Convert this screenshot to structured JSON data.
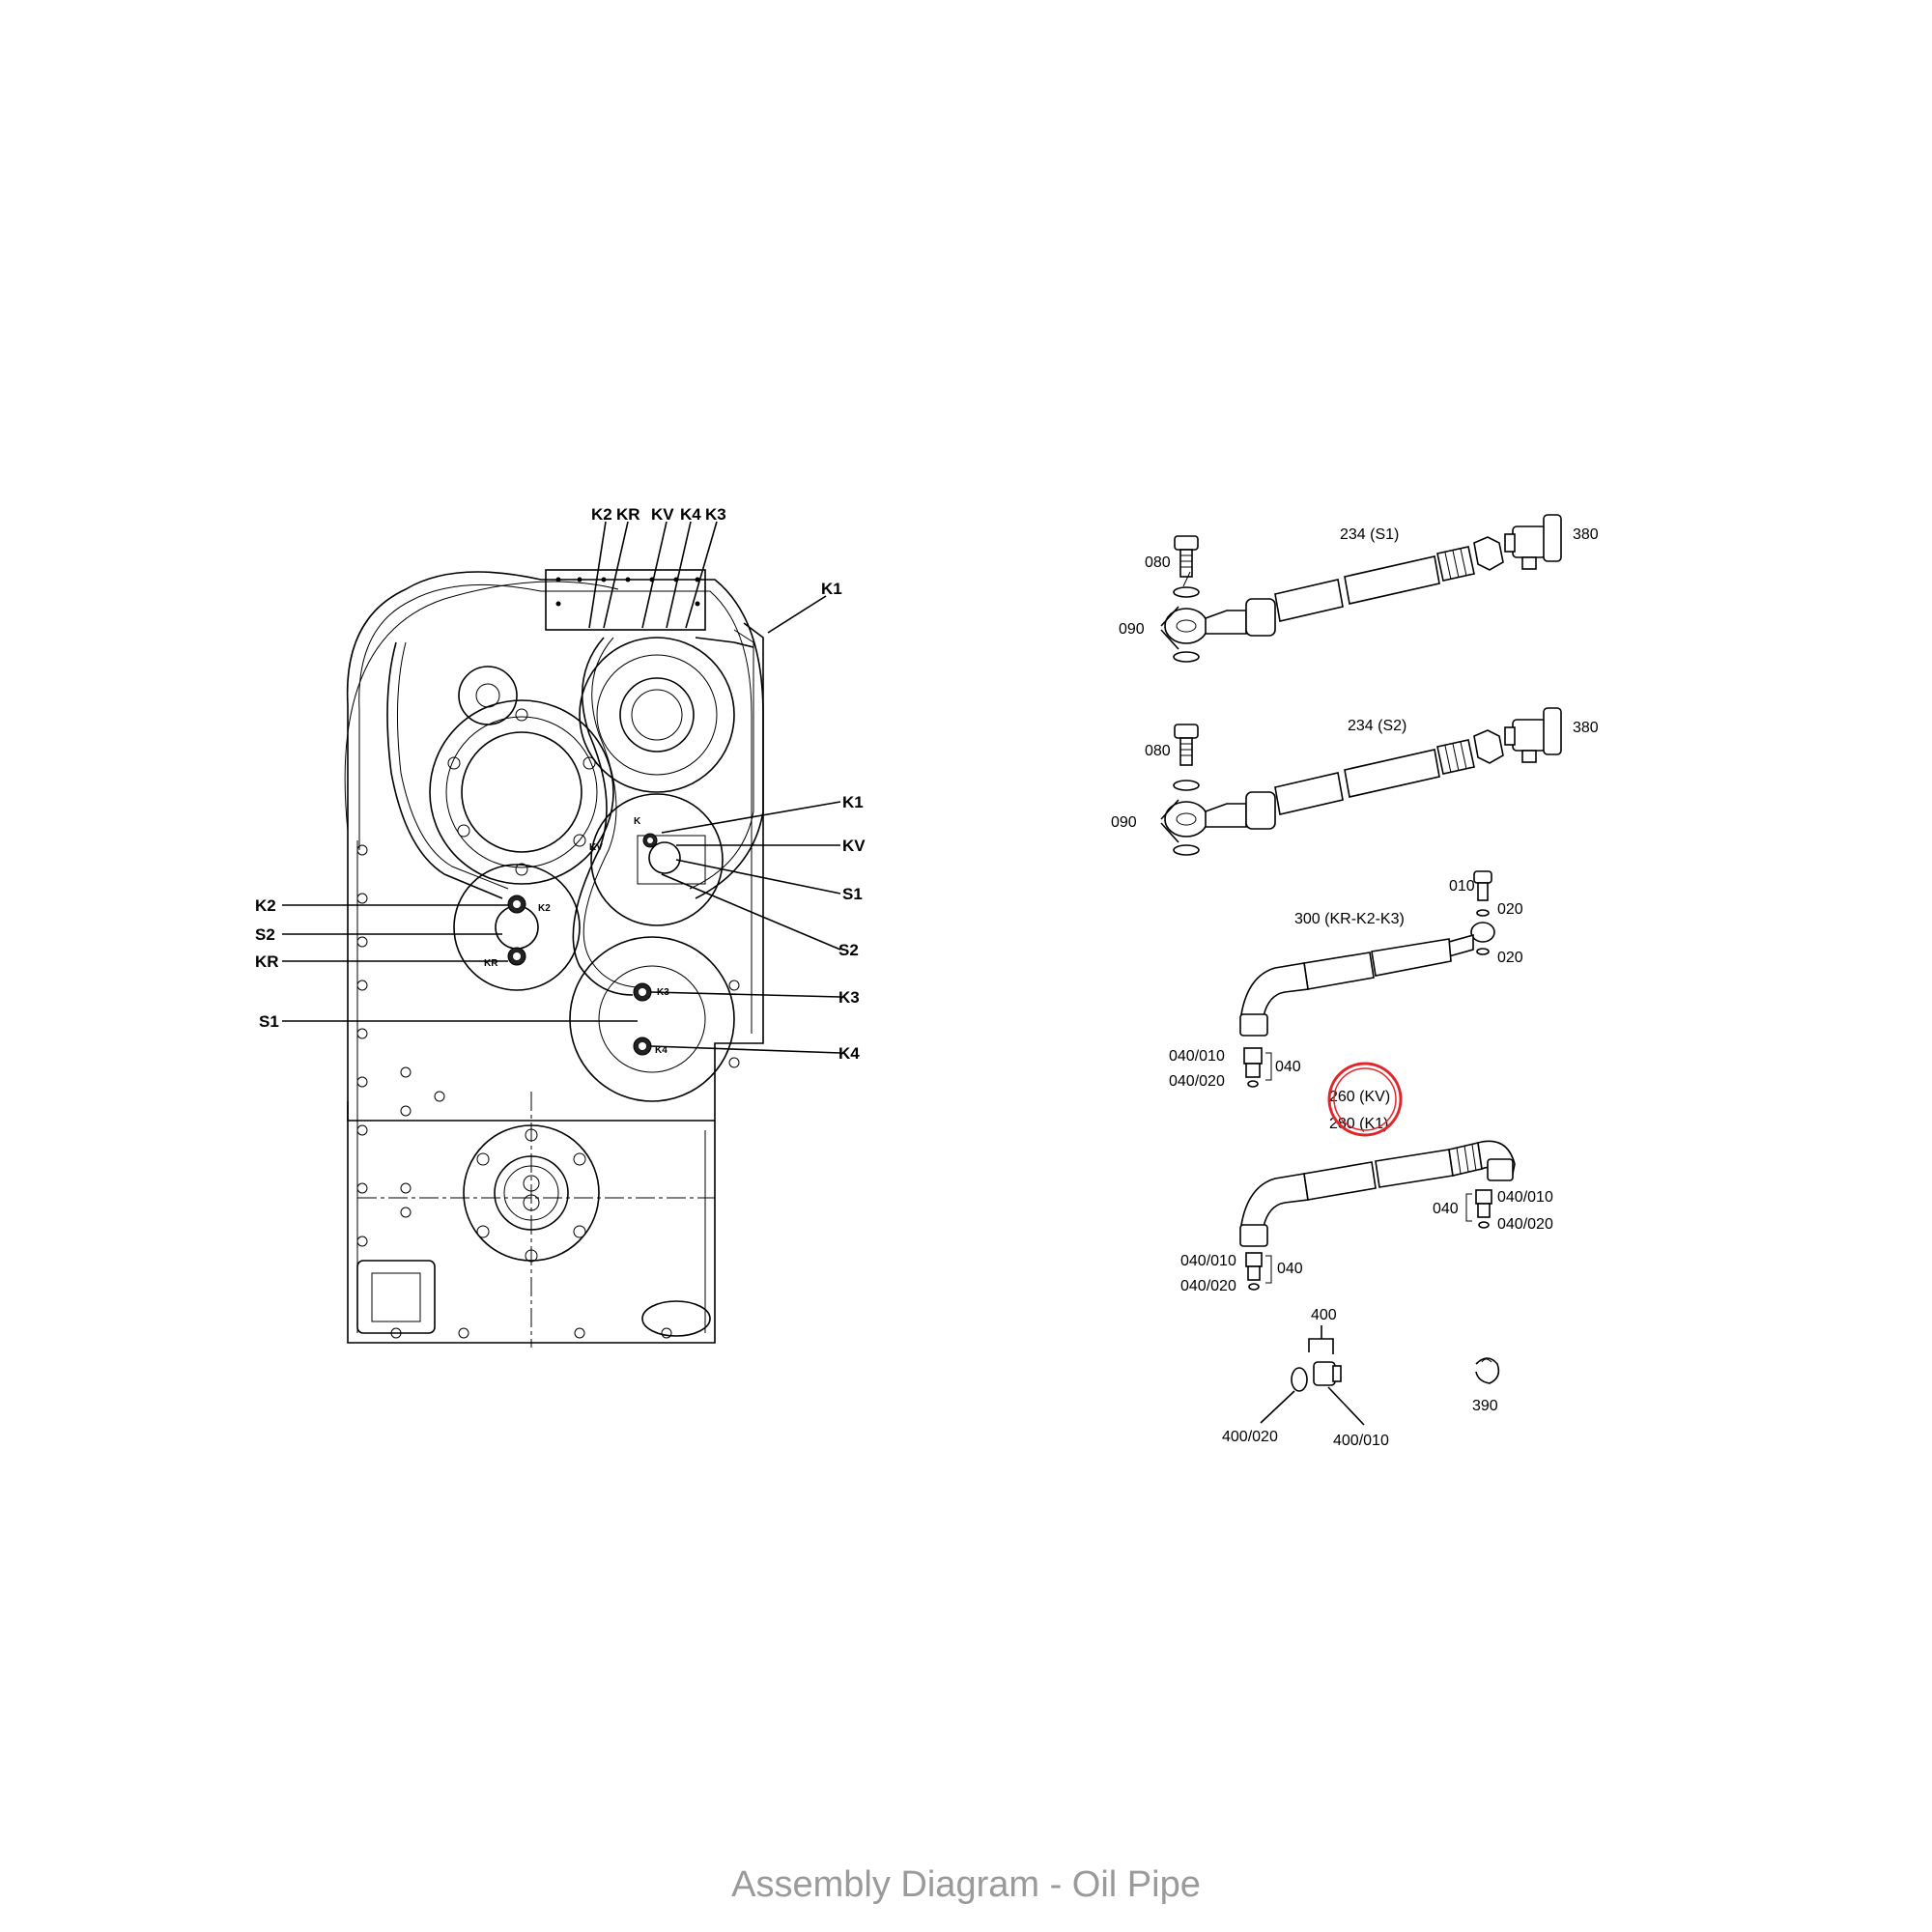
{
  "caption": "Assembly Diagram - Oil Pipe",
  "highlight_color": "#e0262a",
  "left_view": {
    "top_labels": [
      "K2",
      "KR",
      "KV",
      "K4",
      "K3"
    ],
    "left_labels": [
      "K2",
      "S2",
      "KR",
      "S1"
    ],
    "right_labels": [
      "K1",
      "K1",
      "KV",
      "S1",
      "S2",
      "K3",
      "K4"
    ],
    "inner_labels": [
      "K2",
      "KR",
      "K3",
      "K4",
      "KV",
      "K"
    ]
  },
  "right_view": {
    "assembly_s1": {
      "pipe": "234 (S1)",
      "bolt": "080",
      "washer": "090",
      "fitting": "380"
    },
    "assembly_s2": {
      "pipe": "234 (S2)",
      "bolt": "080",
      "washer": "090",
      "fitting": "380"
    },
    "assembly_kr": {
      "pipe": "300 (KR-K2-K3)",
      "screw": "010",
      "ring_a": "020",
      "ring_b": "020",
      "adapter": "040",
      "adapter_part_a": "040/010",
      "adapter_part_b": "040/020"
    },
    "assembly_kv": {
      "pipe_a": "260 (KV)",
      "pipe_b": "280 (K1)",
      "right_adapter": "040",
      "right_part_a": "040/010",
      "right_part_b": "040/020",
      "left_adapter": "040",
      "left_part_a": "040/010",
      "left_part_b": "040/020"
    },
    "plug": {
      "group": "400",
      "ring": "400/020",
      "body": "400/010"
    },
    "clip": {
      "part": "390"
    }
  }
}
